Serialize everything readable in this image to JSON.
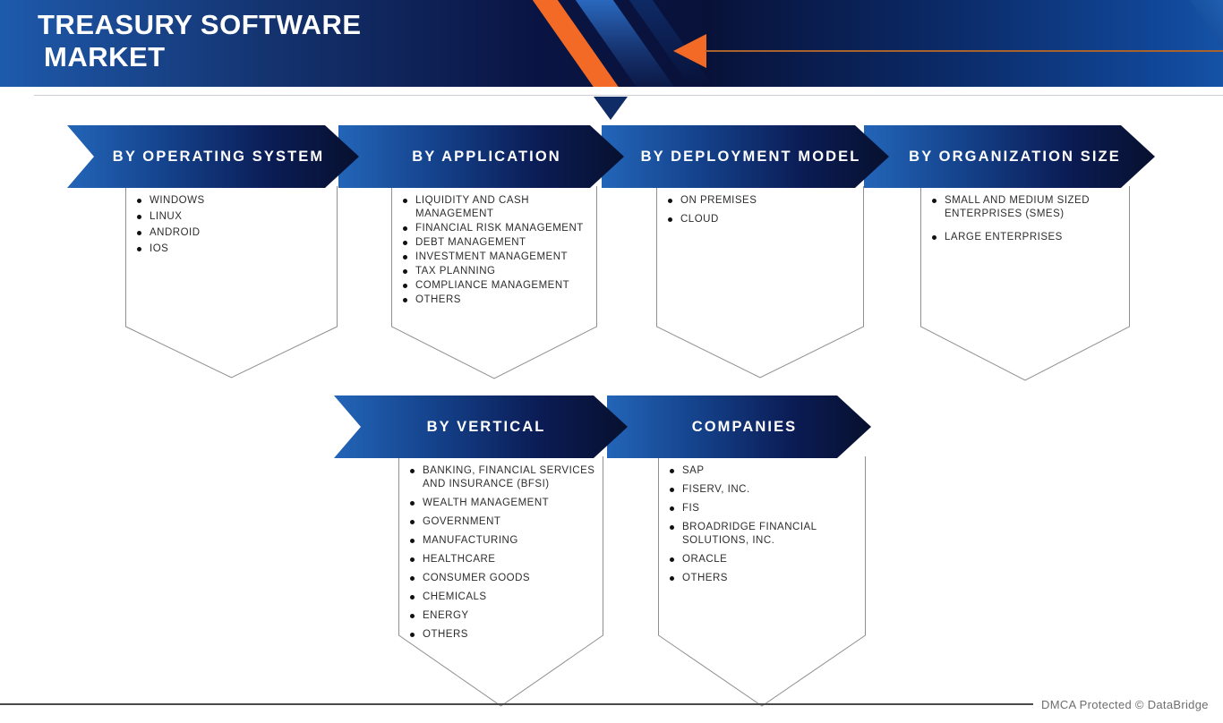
{
  "header": {
    "title_line1": "TREASURY SOFTWARE",
    "title_line2": "MARKET"
  },
  "segments": [
    {
      "label": "BY OPERATING SYSTEM",
      "items": [
        "WINDOWS",
        "LINUX",
        "ANDROID",
        "IOS"
      ]
    },
    {
      "label": "BY APPLICATION",
      "items": [
        "LIQUIDITY AND CASH MANAGEMENT",
        "FINANCIAL RISK MANAGEMENT",
        "DEBT MANAGEMENT",
        "INVESTMENT MANAGEMENT",
        "TAX PLANNING",
        "COMPLIANCE MANAGEMENT",
        "OTHERS"
      ]
    },
    {
      "label": "BY DEPLOYMENT MODEL",
      "items": [
        "ON PREMISES",
        "CLOUD"
      ]
    },
    {
      "label": "BY ORGANIZATION SIZE",
      "items": [
        "SMALL AND MEDIUM SIZED ENTERPRISES (SMES)",
        "LARGE ENTERPRISES"
      ]
    },
    {
      "label": "BY VERTICAL",
      "items": [
        "BANKING, FINANCIAL SERVICES AND INSURANCE (BFSI)",
        "WEALTH MANAGEMENT",
        "GOVERNMENT",
        "MANUFACTURING",
        "HEALTHCARE",
        "CONSUMER GOODS",
        "CHEMICALS",
        "ENERGY",
        "OTHERS"
      ]
    },
    {
      "label": "COMPANIES",
      "items": [
        "SAP",
        "FISERV, INC.",
        "FIS",
        "BROADRIDGE FINANCIAL SOLUTIONS, INC.",
        "ORACLE",
        "OTHERS"
      ]
    }
  ],
  "footer": {
    "credit": "DMCA Protected © DataBridge"
  },
  "colors": {
    "accent_orange": "#F26A25",
    "dark_navy": "#0A1545",
    "primary_blue": "#1E5AAC",
    "arrow_line_brown": "#A8622E",
    "outline_gray": "#8F8F8F"
  },
  "icons": {
    "header_arrow": "left-arrow-icon",
    "section_pointer": "down-triangle-icon",
    "list_bullet": "dot-icon"
  }
}
